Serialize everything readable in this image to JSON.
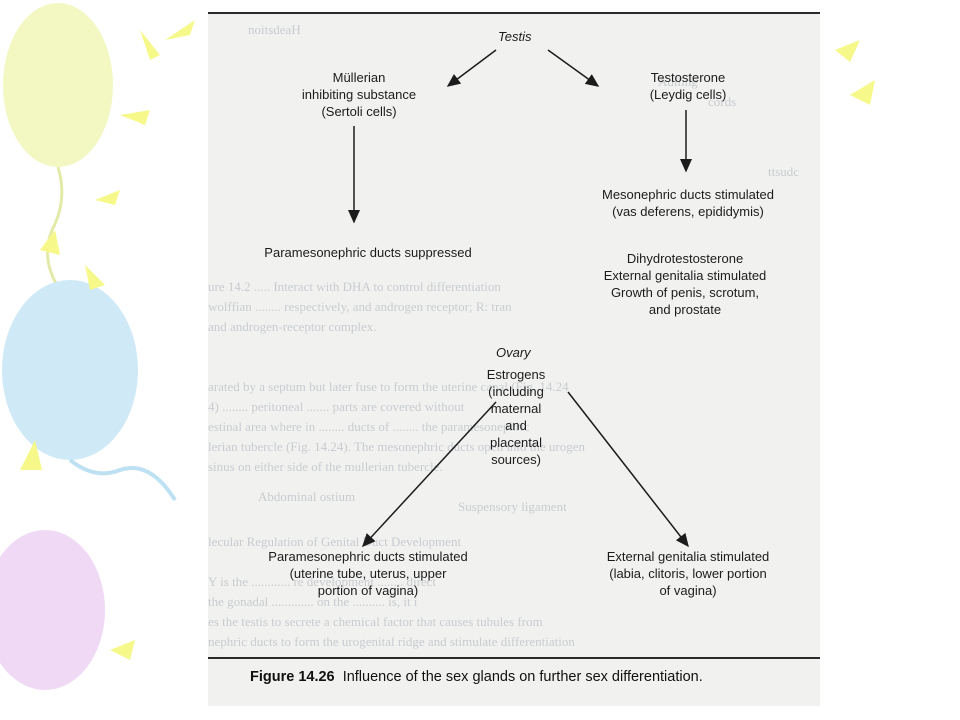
{
  "figure": {
    "testis": "Testis",
    "mis": [
      "Müllerian",
      "inhibiting substance",
      "(Sertoli cells)"
    ],
    "testosterone": [
      "Testosterone",
      "(Leydig cells)"
    ],
    "meso": [
      "Mesonephric ducts stimulated",
      "(vas deferens, epididymis)"
    ],
    "para_suppressed": "Paramesonephric ducts suppressed",
    "dht": [
      "Dihydrotestosterone",
      "External genitalia stimulated",
      "Growth of penis, scrotum,",
      "and prostate"
    ],
    "ovary": "Ovary",
    "estrogens": [
      "Estrogens",
      "(including",
      "maternal",
      "and",
      "placental",
      "sources)"
    ],
    "para_stimulated": [
      "Paramesonephric ducts stimulated",
      "(uterine tube, uterus, upper",
      "portion of vagina)"
    ],
    "ext_gen": [
      "External genitalia stimulated",
      "(labia, clitoris, lower portion",
      "of vagina)"
    ],
    "caption_label": "Figure 14.26",
    "caption_text": "Influence of the sex glands on further sex differentiation."
  },
  "colors": {
    "ink": "#1c1c1c",
    "page": "#f1f1f0",
    "balloon_yellow": "#f3f7c2",
    "balloon_blue": "#cfe9f7",
    "balloon_purple": "#f0d9f5"
  }
}
